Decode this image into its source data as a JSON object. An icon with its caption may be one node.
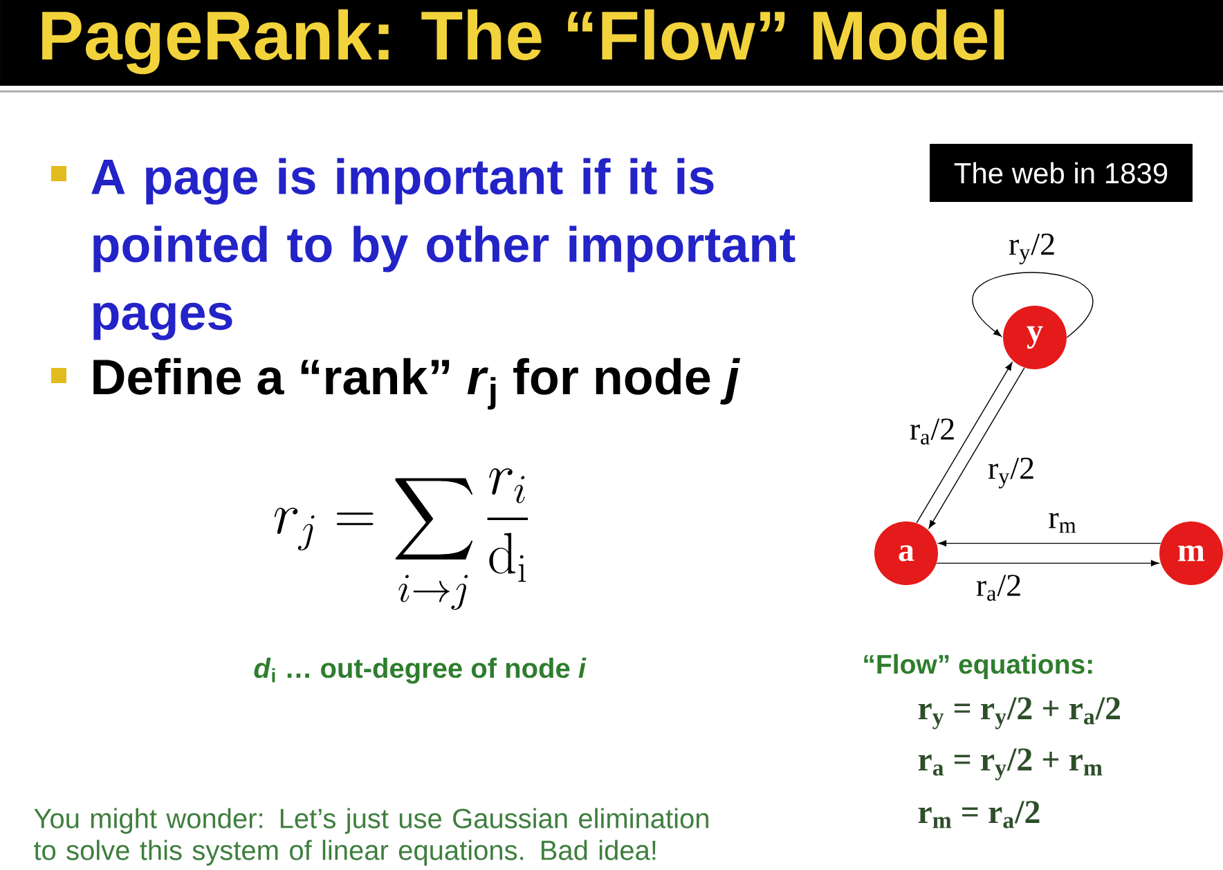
{
  "diagram": {
    "title": "PageRank: The “Flow” Model",
    "nodes": [
      {
        "text": [
          "The web in 1839"
        ]
      },
      {
        "text": [
          "y"
        ]
      },
      {
        "text": [
          "a"
        ]
      },
      {
        "text": [
          "m"
        ]
      }
    ],
    "edges": [
      {
        "from": 1,
        "to": 1,
        "arrow": "to",
        "label": "r$_{y}$/2"
      },
      {
        "from": 2,
        "to": 1,
        "arrow": "to",
        "label": "r$_{a}$/2"
      },
      {
        "from": 1,
        "to": 2,
        "arrow": "to",
        "label": "r$_{y}$/2"
      },
      {
        "from": 3,
        "to": 2,
        "arrow": "to",
        "label": "r$_{m}$"
      },
      {
        "from": 2,
        "to": 3,
        "arrow": "to",
        "label": "r$_{a}$/2"
      }
    ],
    "labels": [
      "A page is important if it is pointed to by other important pages",
      "Define a “rank” *r*$_{j}$ for node *j*",
      "r_j = \\sum_{i \\to j} \\frac{r_i}{\\mathrm{d}_\\mathrm{i}}",
      "*d*$_{i}$ … out-degree of node *i*",
      "“Flow” equations:",
      "r$_{y}$ = r$_{y}$/2 + r$_{a}$/2",
      "r$_{a}$ = r$_{y}$/2 + r$_{m}$",
      "r$_{m}$ = r$_{a}$/2",
      "You might wonder: Let’s just use Gaussian elimination to solve this system of linear equations. Bad idea!"
    ]
  }
}
